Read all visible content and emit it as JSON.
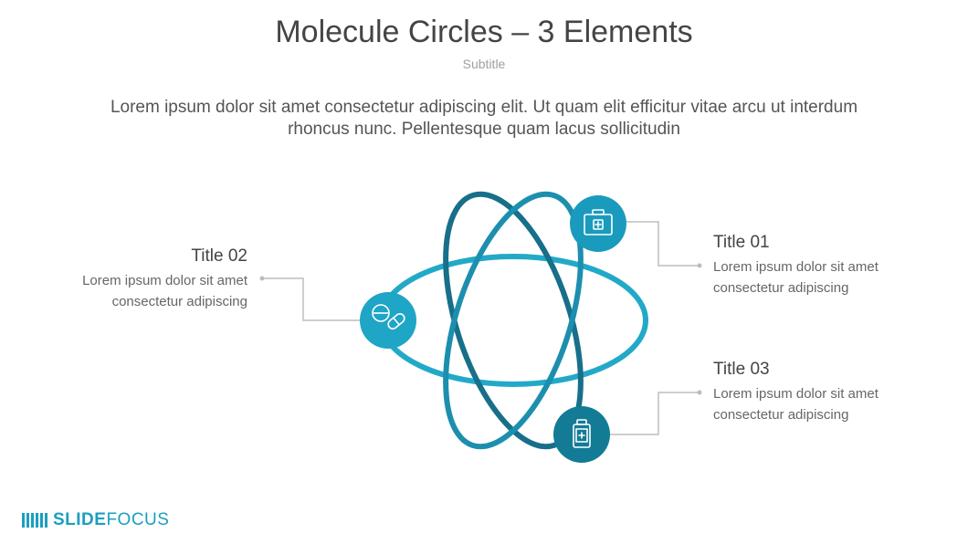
{
  "header": {
    "title": "Molecule Circles – 3 Elements",
    "subtitle": "Subtitle",
    "intro": "Lorem ipsum dolor sit amet consectetur adipiscing elit. Ut quam elit efficitur vitae arcu ut interdum rhoncus nunc. Pellentesque quam lacus sollicitudin"
  },
  "items": [
    {
      "title": "Title 01",
      "text_line1": "Lorem ipsum dolor sit amet",
      "text_line2": "consectetur adipiscing",
      "icon": "medical-kit-icon"
    },
    {
      "title": "Title 02",
      "text_line1": "Lorem ipsum dolor sit amet",
      "text_line2": "consectetur adipiscing",
      "icon": "pills-icon"
    },
    {
      "title": "Title 03",
      "text_line1": "Lorem ipsum dolor sit amet",
      "text_line2": "consectetur adipiscing",
      "icon": "medicine-bottle-icon"
    }
  ],
  "logo": {
    "part1": "SLIDE",
    "part2": "FOCUS"
  },
  "colors": {
    "orbit_light": "#23a9c8",
    "orbit_mid": "#1d8fae",
    "orbit_dark": "#176f89",
    "circle_01": "#1a9bbd",
    "circle_02": "#1fa5c5",
    "circle_03": "#137b96",
    "connector": "#bdbdbd"
  }
}
